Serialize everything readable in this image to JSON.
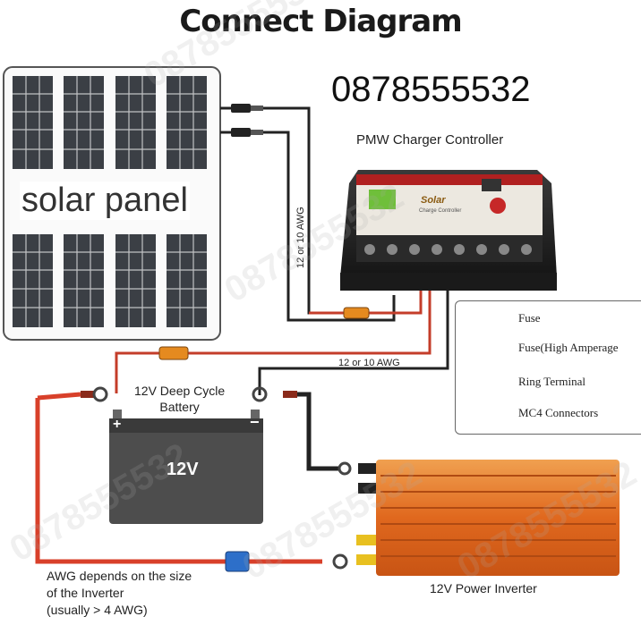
{
  "title": "Connect Diagram",
  "phone": "0878555532",
  "controller": {
    "label": "PMW Charger Controller",
    "brand": "Solar",
    "subtitle": "Charge Controller"
  },
  "solar_panel": {
    "label": "solar panel"
  },
  "wire_gauge": {
    "vertical": "12 or 10 AWG",
    "horizontal": "12 or 10 AWG"
  },
  "battery": {
    "label_line1": "12V Deep Cycle",
    "label_line2": "Battery",
    "voltage": "12V",
    "plus": "+",
    "minus": "−"
  },
  "inverter": {
    "label": "12V Power Inverter"
  },
  "inverter_wire_note": {
    "line1": "AWG depends on the size",
    "line2": "of the Inverter",
    "line3": "(usually  > 4 AWG)"
  },
  "legend": [
    {
      "label": "Fuse",
      "icon": "fuse-icon",
      "color": "#e58a1f"
    },
    {
      "label": "Fuse(High Amperage",
      "icon": "high-amperage-fuse-icon",
      "color": "#2d6fc9"
    },
    {
      "label": "Ring Terminal",
      "icon": "ring-terminal-icon",
      "color": "#b0301e"
    },
    {
      "label": "MC4 Connectors",
      "icon": "mc4-connector-icon",
      "color": "#333333"
    }
  ],
  "colors": {
    "positive_wire": "#d8402a",
    "negative_wire": "#222222",
    "inverter": "#e8752a",
    "battery": "#4d4d4d"
  },
  "watermark": "0878555532"
}
